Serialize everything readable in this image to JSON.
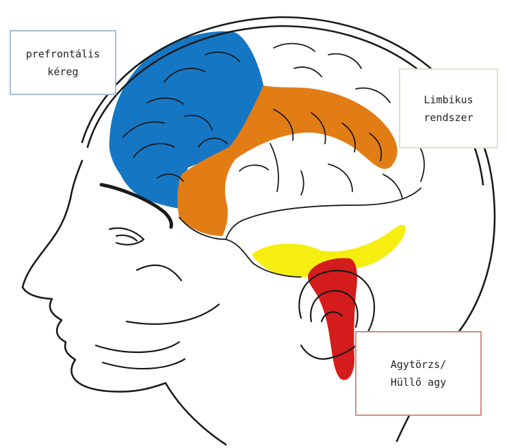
{
  "labels": {
    "prefrontal": [
      "prefrontális",
      "kéreg"
    ],
    "limbic": [
      "Limbikus",
      "rendszer"
    ],
    "brainstem": [
      "Agytörzs/",
      "Hüllő agy"
    ]
  },
  "colors": {
    "prefrontal": "#1577c4",
    "limbic": "#e27d16",
    "cerebellum_band": "#f6ee10",
    "brainstem": "#d41c1c",
    "outline": "#1a1a1a"
  }
}
